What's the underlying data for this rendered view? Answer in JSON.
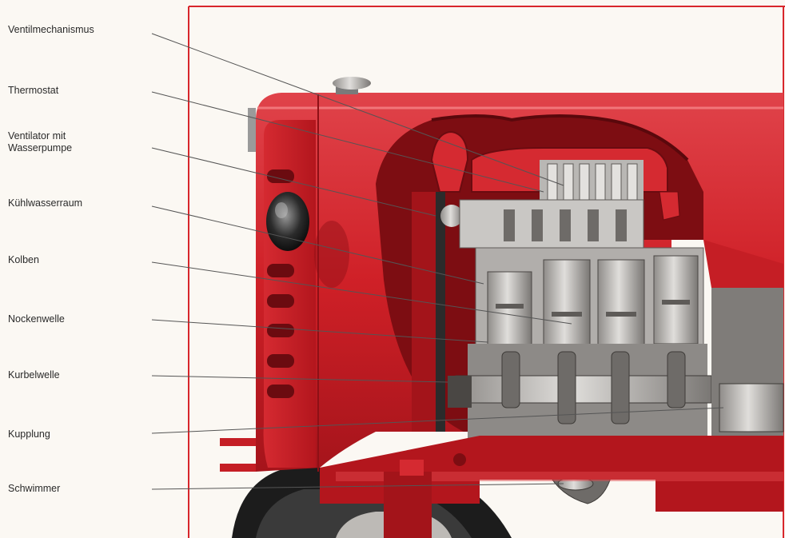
{
  "labels": [
    {
      "id": "ventilmechanismus",
      "text": "Ventilmechanismus"
    },
    {
      "id": "thermostat",
      "text": "Thermostat"
    },
    {
      "id": "ventilator",
      "line1": "Ventilator mit",
      "line2": "Wasserpumpe"
    },
    {
      "id": "kuehlwasserraum",
      "text": "Kühlwasserraum"
    },
    {
      "id": "kolben",
      "text": "Kolben"
    },
    {
      "id": "nockenwelle",
      "text": "Nockenwelle"
    },
    {
      "id": "kurbelwelle",
      "text": "Kurbelwelle"
    },
    {
      "id": "kupplung",
      "text": "Kupplung"
    },
    {
      "id": "schwimmer",
      "text": "Schwimmer"
    }
  ],
  "colors": {
    "paper": "#fbf8f3",
    "frame": "#d8262c",
    "tractor_red": "#cf2027",
    "tractor_dark": "#8e1016",
    "engine_gray": "#b9b7b4",
    "engine_dark": "#5e5b58",
    "leader_line": "#555555"
  }
}
